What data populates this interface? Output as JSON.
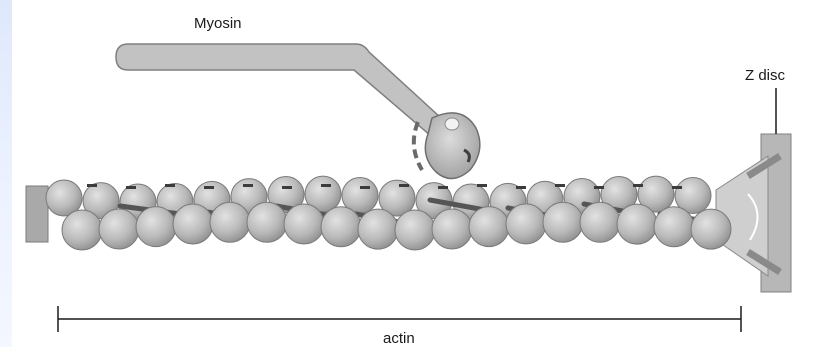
{
  "labels": {
    "myosin": "Myosin",
    "z_disc": "Z disc",
    "actin": "actin"
  },
  "colors": {
    "background_blue": "#dfe8fb",
    "bead_fill": "#b9b9b9",
    "bead_stroke": "#7a7a7a",
    "myosin_fill": "#bdbdbd",
    "strand_dark": "#5a5a5a",
    "text": "#1a1a1a"
  }
}
